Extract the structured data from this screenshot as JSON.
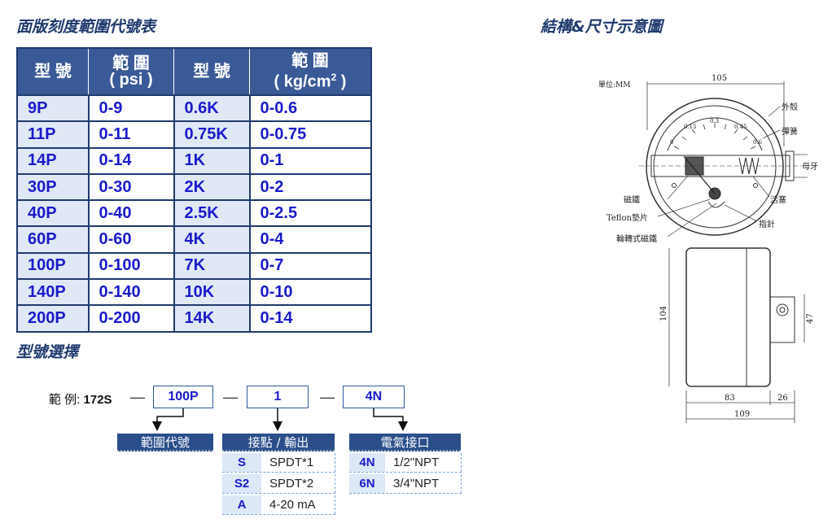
{
  "left_title": "面版刻度範圍代號表",
  "right_title": "結構&尺寸示意圖",
  "range_table": {
    "headers": [
      "型 號",
      "範 圍",
      "( psi )",
      "型 號",
      "範 圍",
      "( kg/cm",
      "2",
      " )"
    ],
    "rows": [
      [
        "9P",
        "0-9",
        "0.6K",
        "0-0.6"
      ],
      [
        "11P",
        "0-11",
        "0.75K",
        "0-0.75"
      ],
      [
        "14P",
        "0-14",
        "1K",
        "0-1"
      ],
      [
        "30P",
        "0-30",
        "2K",
        "0-2"
      ],
      [
        "40P",
        "0-40",
        "2.5K",
        "0-2.5"
      ],
      [
        "60P",
        "0-60",
        "4K",
        "0-4"
      ],
      [
        "100P",
        "0-100",
        "7K",
        "0-7"
      ],
      [
        "140P",
        "0-140",
        "10K",
        "0-10"
      ],
      [
        "200P",
        "0-200",
        "14K",
        "0-14"
      ]
    ]
  },
  "model_selection": {
    "title": "型號選擇",
    "example_label": "範 例:",
    "example_base": "172S",
    "dash": "—",
    "box_range": "100P",
    "box_contact": "1",
    "box_port": "4N",
    "range_head": "範圍代號",
    "contact_head": "接點 / 輸出",
    "port_head": "電氣接口",
    "contact_options": [
      {
        "code": "S",
        "value": "SPDT*1"
      },
      {
        "code": "S2",
        "value": "SPDT*2"
      },
      {
        "code": "A",
        "value": "4-20 mA"
      }
    ],
    "port_options": [
      {
        "code": "4N",
        "value": "1/2\"NPT"
      },
      {
        "code": "6N",
        "value": "3/4\"NPT"
      }
    ]
  },
  "diagram": {
    "unit_label": "單位:MM",
    "dim_top": "105",
    "dim_height": "104",
    "dim_port": "47",
    "dim_body": "83",
    "dim_stem": "26",
    "dim_total": "109",
    "label_case": "外殼",
    "label_spring": "彈簧",
    "label_nut": "母牙",
    "label_magnet": "磁鐵",
    "label_piston": "活塞",
    "label_teflon": "Teflon墊片",
    "label_pointer": "指針",
    "label_rotary_magnet": "輪轉式磁鐵",
    "scale_0": "0",
    "scale_015": "0.15",
    "scale_03": "0.3",
    "scale_045": "0.45",
    "scale_06": "0.6"
  }
}
